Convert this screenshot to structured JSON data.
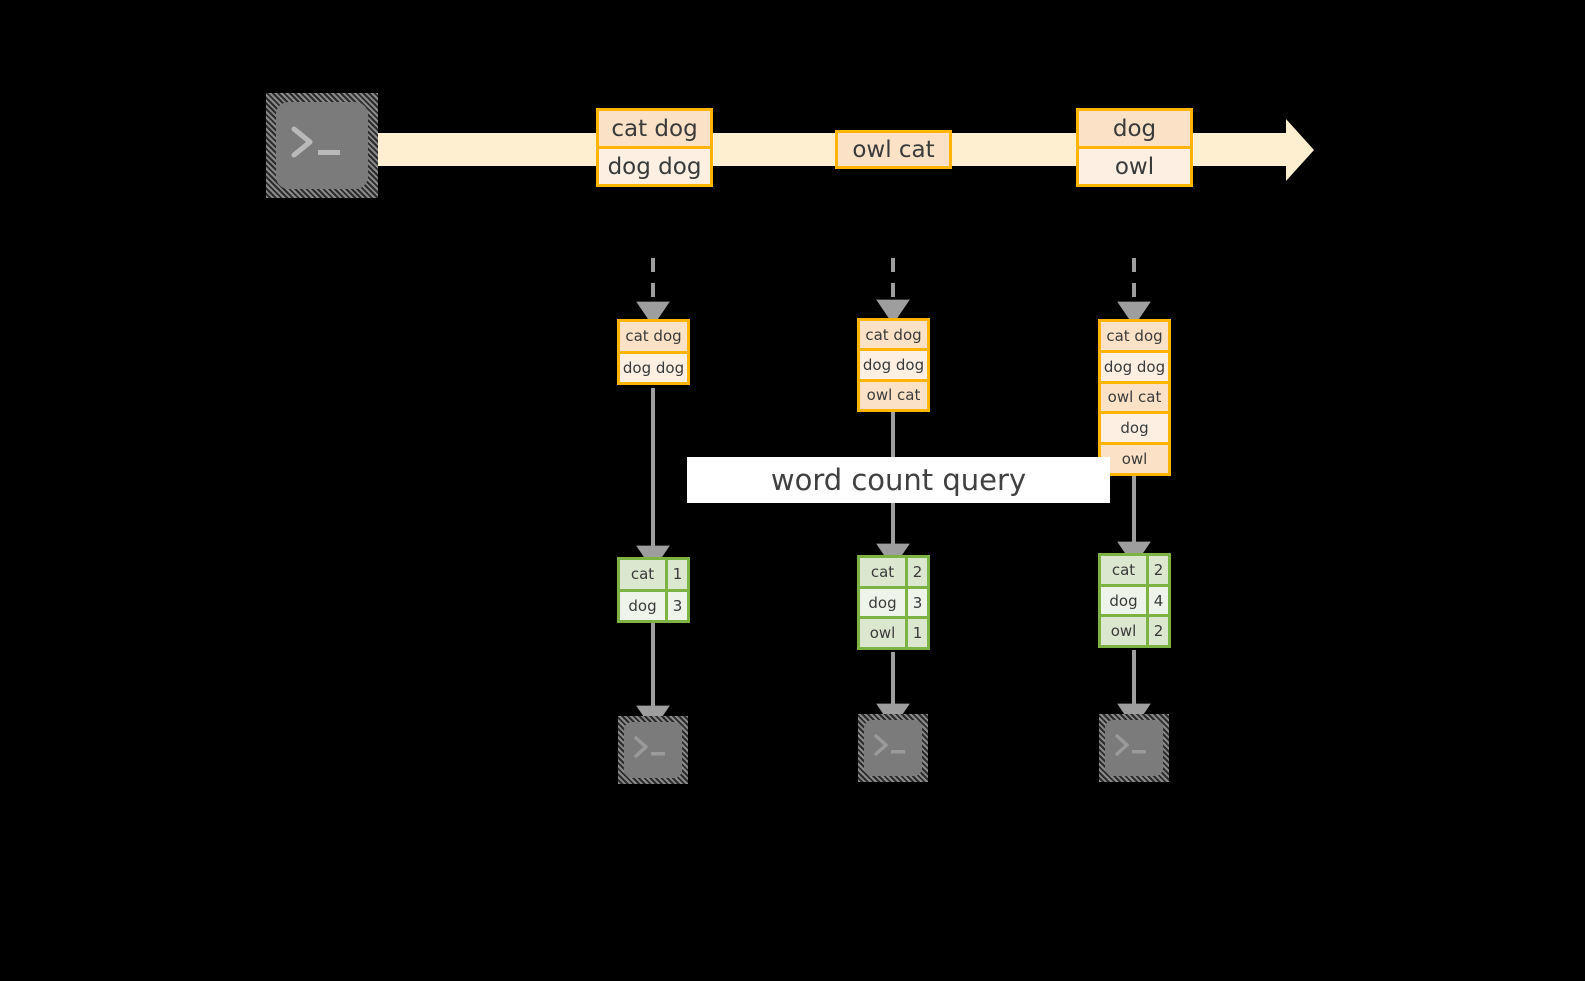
{
  "diagram": {
    "title_banner": "word count query",
    "icons": {
      "source_terminal": "terminal-icon",
      "sink_terminal": "terminal-icon"
    },
    "colors": {
      "background": "#000000",
      "stream_band": "#FDEFCF",
      "amber_border": "#FFB400",
      "amber_fill_dark": "#FBE2C6",
      "amber_fill_light": "#FDF0E3",
      "green_border": "#7CB342",
      "green_fill_dark": "#DCE7D0",
      "green_fill_light": "#EFF4EA",
      "arrow_gray": "#9E9E9E",
      "icon_gray": "#7B7B7B",
      "banner_bg": "#FFFFFF",
      "text": "#3A3A3A"
    },
    "stream": {
      "label": "event-stream",
      "events": [
        {
          "id": "batch-1",
          "rows": [
            "cat dog",
            "dog dog"
          ]
        },
        {
          "id": "batch-2",
          "rows": [
            "owl cat"
          ]
        },
        {
          "id": "batch-3",
          "rows": [
            "dog",
            "owl"
          ]
        }
      ]
    },
    "snapshots": [
      {
        "id": "snapshot-1",
        "input_rows": [
          "cat dog",
          "dog dog"
        ],
        "result": {
          "rows": [
            {
              "word": "cat",
              "count": "1"
            },
            {
              "word": "dog",
              "count": "3"
            }
          ]
        }
      },
      {
        "id": "snapshot-2",
        "input_rows": [
          "cat dog",
          "dog dog",
          "owl cat"
        ],
        "result": {
          "rows": [
            {
              "word": "cat",
              "count": "2"
            },
            {
              "word": "dog",
              "count": "3"
            },
            {
              "word": "owl",
              "count": "1"
            }
          ]
        }
      },
      {
        "id": "snapshot-3",
        "input_rows": [
          "cat dog",
          "dog dog",
          "owl cat",
          "dog",
          "owl"
        ],
        "result": {
          "rows": [
            {
              "word": "cat",
              "count": "2"
            },
            {
              "word": "dog",
              "count": "4"
            },
            {
              "word": "owl",
              "count": "2"
            }
          ]
        }
      }
    ]
  }
}
